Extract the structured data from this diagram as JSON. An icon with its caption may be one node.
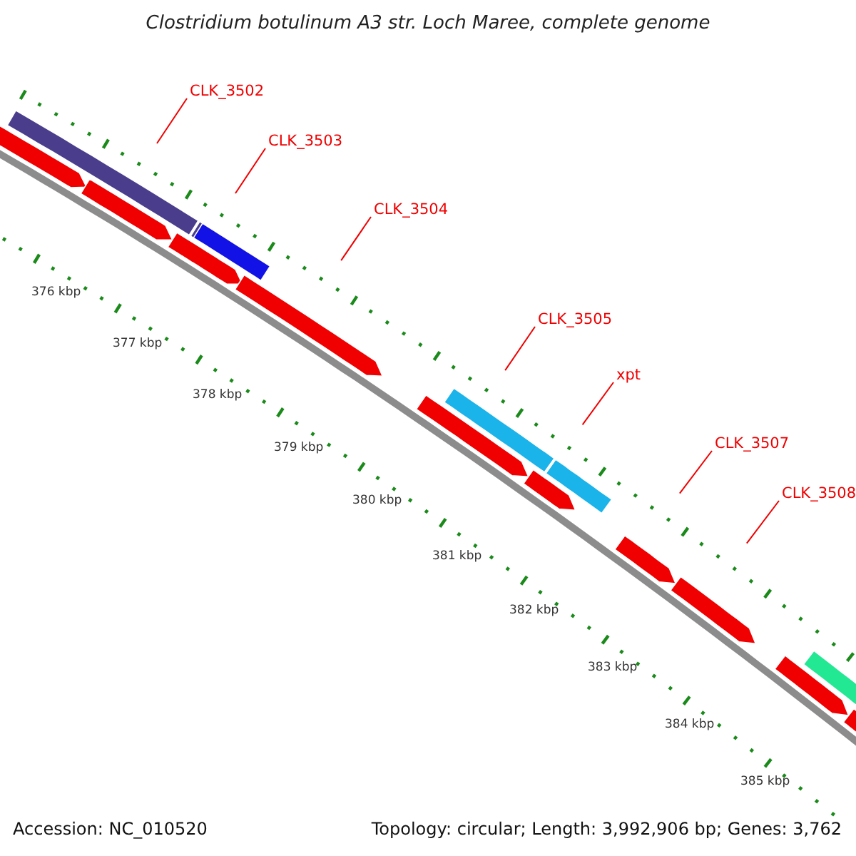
{
  "diagram": {
    "title": "Clostridium botulinum A3 str. Loch Maree, complete genome",
    "nodes": [
      {
        "text": [
          "CLK_3502"
        ]
      },
      {
        "text": [
          "CLK_3503"
        ]
      },
      {
        "text": [
          "CLK_3504"
        ]
      },
      {
        "text": [
          "CLK_3505"
        ]
      },
      {
        "text": [
          "xpt"
        ]
      },
      {
        "text": [
          "CLK_3507"
        ]
      },
      {
        "text": [
          "CLK_3508"
        ]
      }
    ],
    "edges": [
      {
        "from": 0,
        "to": null,
        "arrow": "none"
      },
      {
        "from": 1,
        "to": null,
        "arrow": "none"
      },
      {
        "from": 2,
        "to": null,
        "arrow": "none"
      },
      {
        "from": 3,
        "to": null,
        "arrow": "none"
      },
      {
        "from": 4,
        "to": null,
        "arrow": "none"
      },
      {
        "from": 5,
        "to": null,
        "arrow": "none"
      },
      {
        "from": 6,
        "to": null,
        "arrow": "none"
      }
    ],
    "labels": [
      "376 kbp",
      "377 kbp",
      "378 kbp",
      "379 kbp",
      "380 kbp",
      "381 kbp",
      "382 kbp",
      "383 kbp",
      "384 kbp",
      "385 kbp",
      "Accession: NC_010520",
      "Topology: circular; Length: 3,992,906 bp; Genes: 3,762"
    ]
  }
}
